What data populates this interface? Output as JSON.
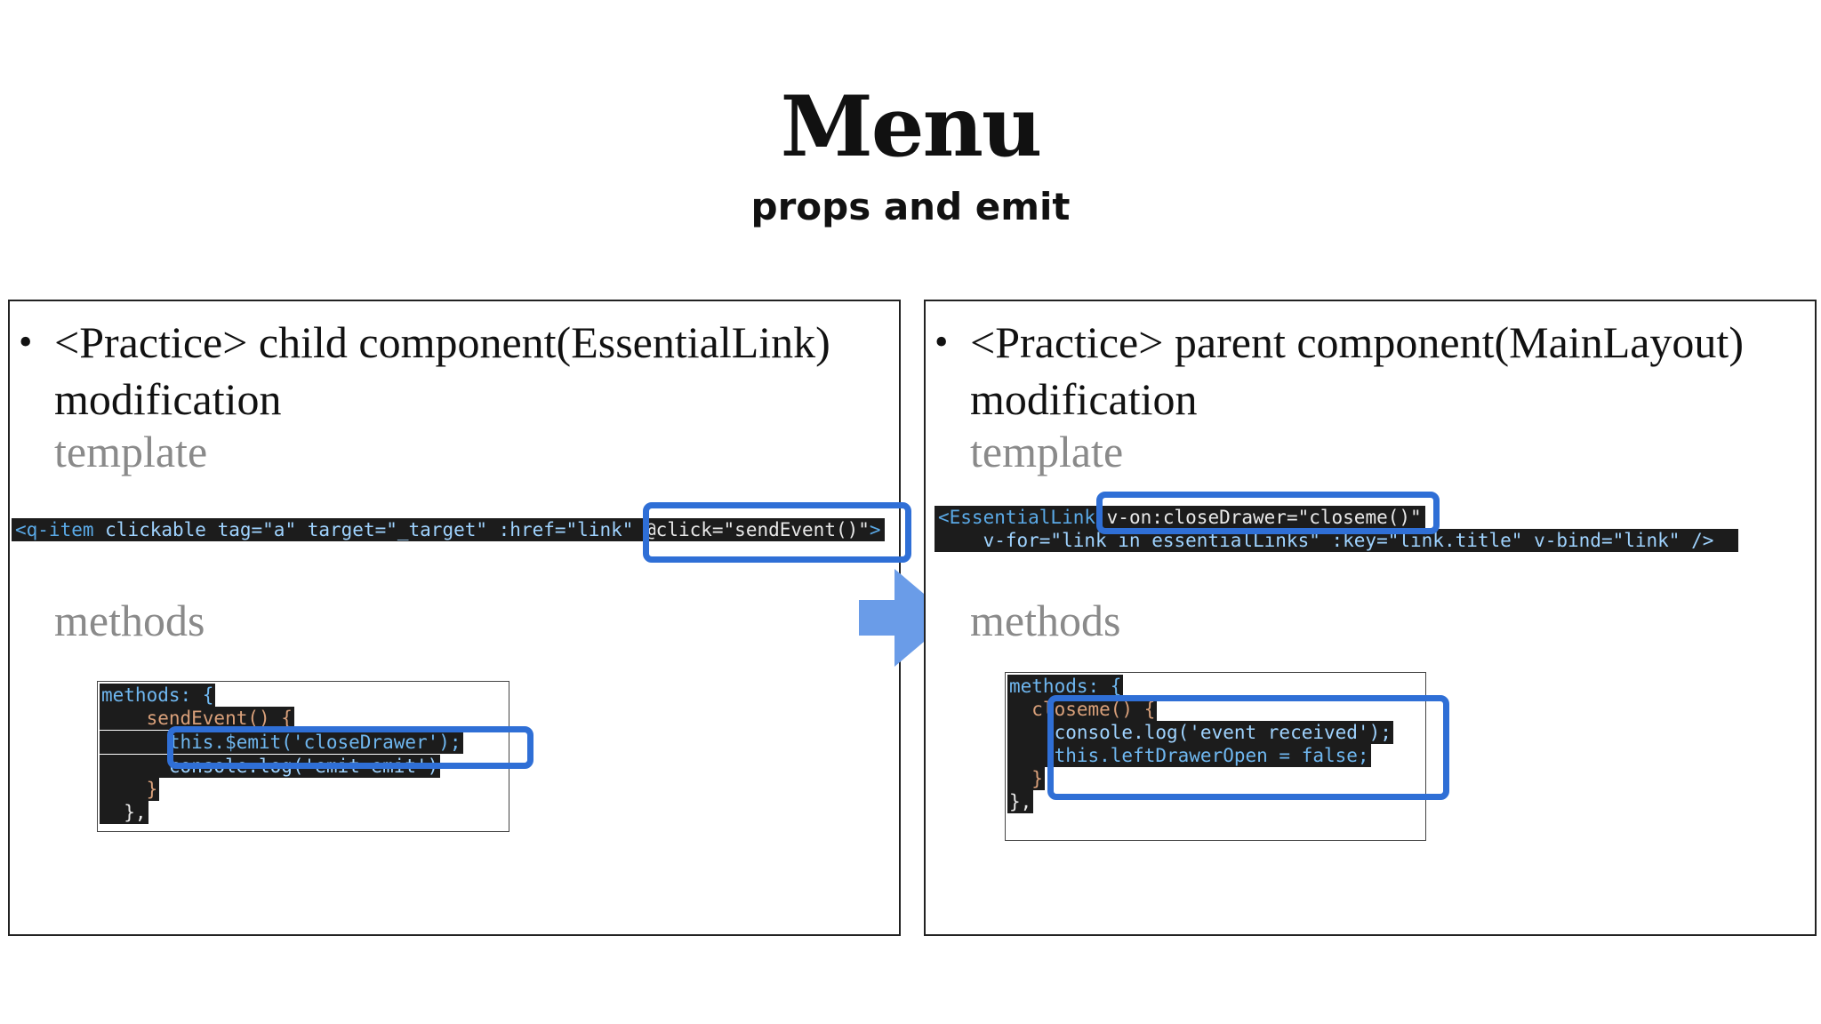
{
  "slide": {
    "title": "Menu",
    "subtitle": "props and emit"
  },
  "left_panel": {
    "heading": "<Practice> child component(EssentialLink) modification",
    "template_label": "template",
    "methods_label": "methods",
    "template_code": {
      "tag_open": "<q-item",
      "attrs": " clickable tag=\"a\" target=\"_target\" :href=\"link\" ",
      "highlight": "@click=\"sendEvent()\"",
      "tag_close": ">"
    },
    "methods_code": [
      "methods: {",
      "    sendEvent() {",
      "      this.$emit('closeDrawer');",
      "      console.log('emit emit')",
      "    }",
      "  },"
    ]
  },
  "right_panel": {
    "heading": "<Practice> parent component(MainLayout) modification",
    "template_label": "template",
    "methods_label": "methods",
    "template_code": {
      "line1_tag": "<EssentialLink",
      "line1_highlight": " v-on:closeDrawer=\"closeme()\"",
      "line2": "    v-for=\"link in essentialLinks\" :key=\"link.title\" v-bind=\"link\" />"
    },
    "methods_code": [
      "methods: {",
      "  closeme() {",
      "    console.log('event received');",
      "    this.leftDrawerOpen = false;",
      "  }",
      "},"
    ]
  },
  "colors": {
    "highlight": "#2f6fd6",
    "arrow": "#6a9ce8",
    "code_bg": "#1c1c1c"
  }
}
